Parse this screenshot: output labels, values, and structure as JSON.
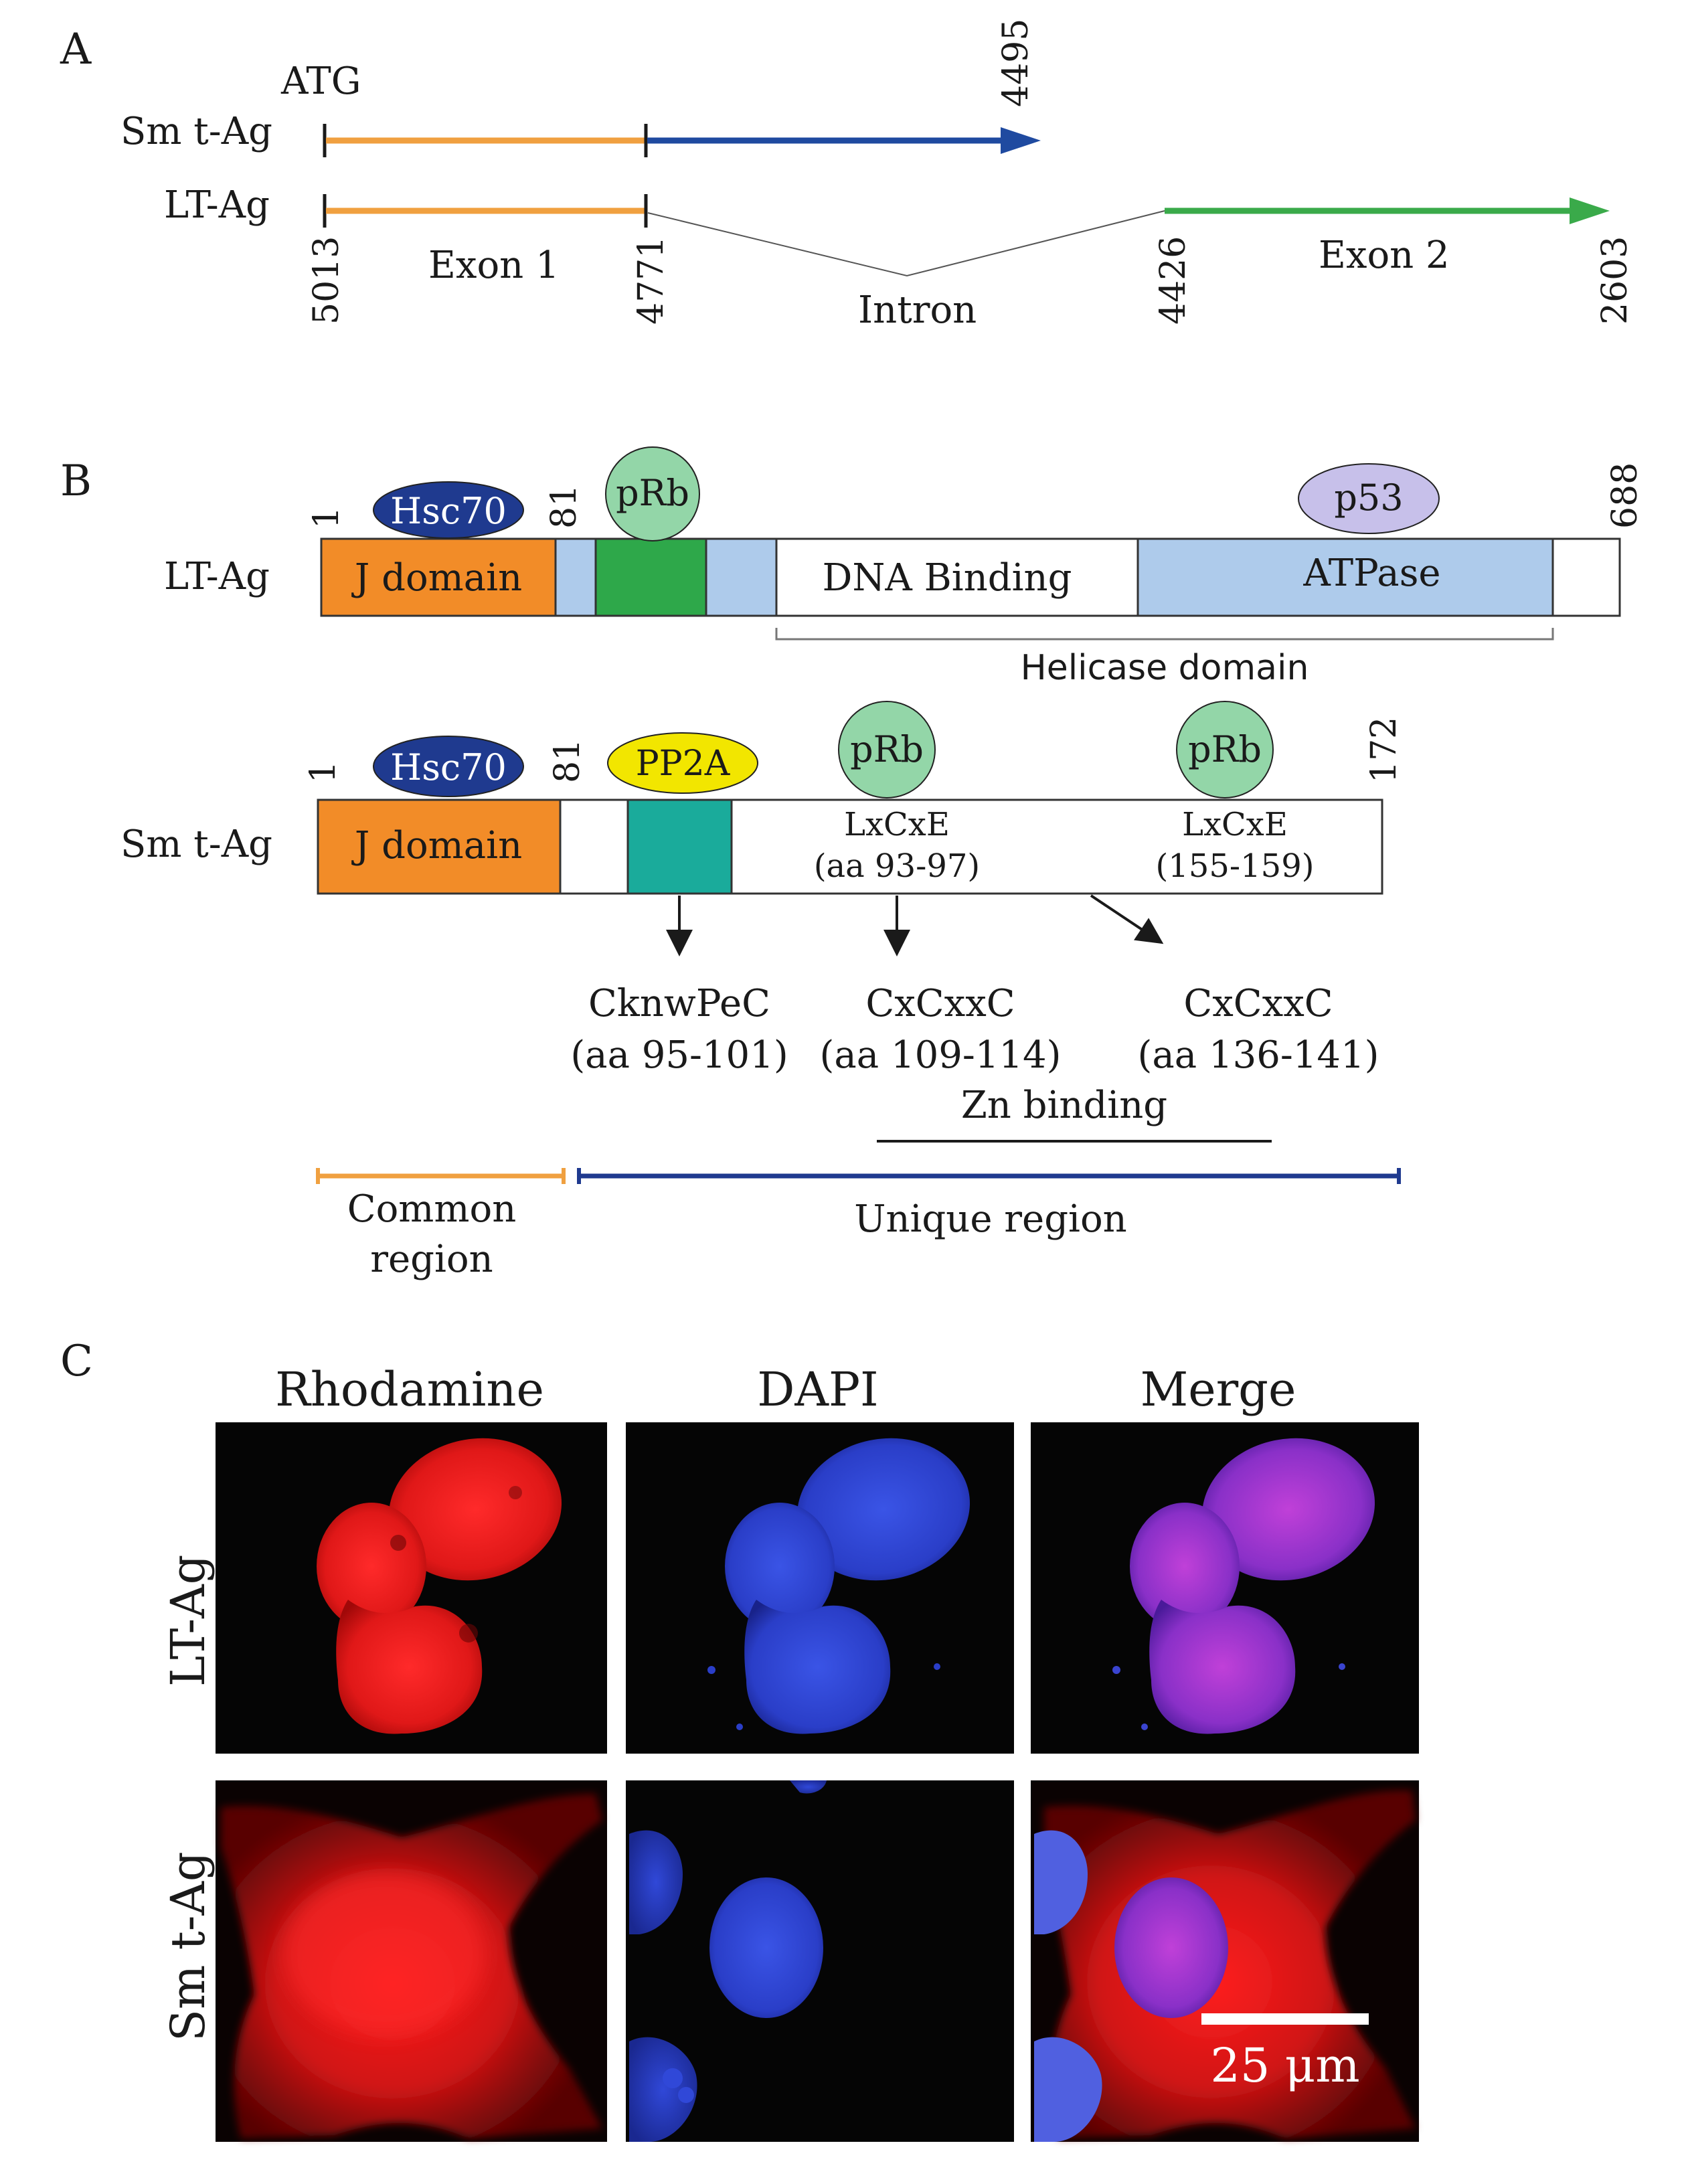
{
  "panel_a": {
    "letter": "A",
    "atg_label": "ATG",
    "smt_label": "Sm t-Ag",
    "lt_label": "LT-Ag",
    "num_4495": "4495",
    "num_5013": "5013",
    "num_4771": "4771",
    "num_4426": "4426",
    "num_2603": "2603",
    "exon1_label": "Exon 1",
    "intron_label": "Intron",
    "exon2_label": "Exon 2",
    "colors": {
      "exon1": "#f0a040",
      "smt_tail": "#1f4aa0",
      "exon2": "#3aaa4a"
    }
  },
  "panel_b": {
    "letter": "B",
    "lt": {
      "row_label": "LT-Ag",
      "start_num": "1",
      "j_end_num": "81",
      "end_num": "688",
      "hsc70_label": "Hsc70",
      "prb_label": "pRb",
      "p53_label": "p53",
      "j_domain_label": "J domain",
      "dna_binding_label": "DNA Binding",
      "atpase_label": "ATPase",
      "helicase_label": "Helicase domain"
    },
    "smt": {
      "row_label": "Sm t-Ag",
      "start_num": "1",
      "j_end_num": "81",
      "end_num": "172",
      "hsc70_label": "Hsc70",
      "pp2a_label": "PP2A",
      "prb1_label": "pRb",
      "prb2_label": "pRb",
      "j_domain_label": "J domain",
      "lxcxe1_motif": "LxCxE",
      "lxcxe1_range": "(aa 93-97)",
      "lxcxe2_motif": "LxCxE",
      "lxcxe2_range": "(155-159)",
      "cknwpec_motif": "CknwPeC",
      "cknwpec_range": "(aa 95-101)",
      "cxcxxc1_motif": "CxCxxC",
      "cxcxxc1_range": "(aa 109-114)",
      "cxcxxc2_motif": "CxCxxC",
      "cxcxxc2_range": "(aa 136-141)",
      "zn_binding_label": "Zn binding",
      "common_region_line1": "Common",
      "common_region_line2": "region",
      "unique_region_label": "Unique region"
    },
    "colors": {
      "j_domain": "#f28c28",
      "hsc70": "#1f3a8f",
      "prb": "#93d6a8",
      "prb_box": "#2ea84a",
      "p53": "#c7c0ea",
      "pp2a": "#f2e600",
      "pp2a_box": "#1aab9b",
      "light_blue": "#aecbeb",
      "common_bar": "#f0a040",
      "unique_bar": "#1f3a8f"
    }
  },
  "panel_c": {
    "letter": "C",
    "col_rhodamine": "Rhodamine",
    "col_dapi": "DAPI",
    "col_merge": "Merge",
    "row_lt": "LT-Ag",
    "row_smt": "Sm t-Ag",
    "scale_bar_label": "25 μm"
  }
}
